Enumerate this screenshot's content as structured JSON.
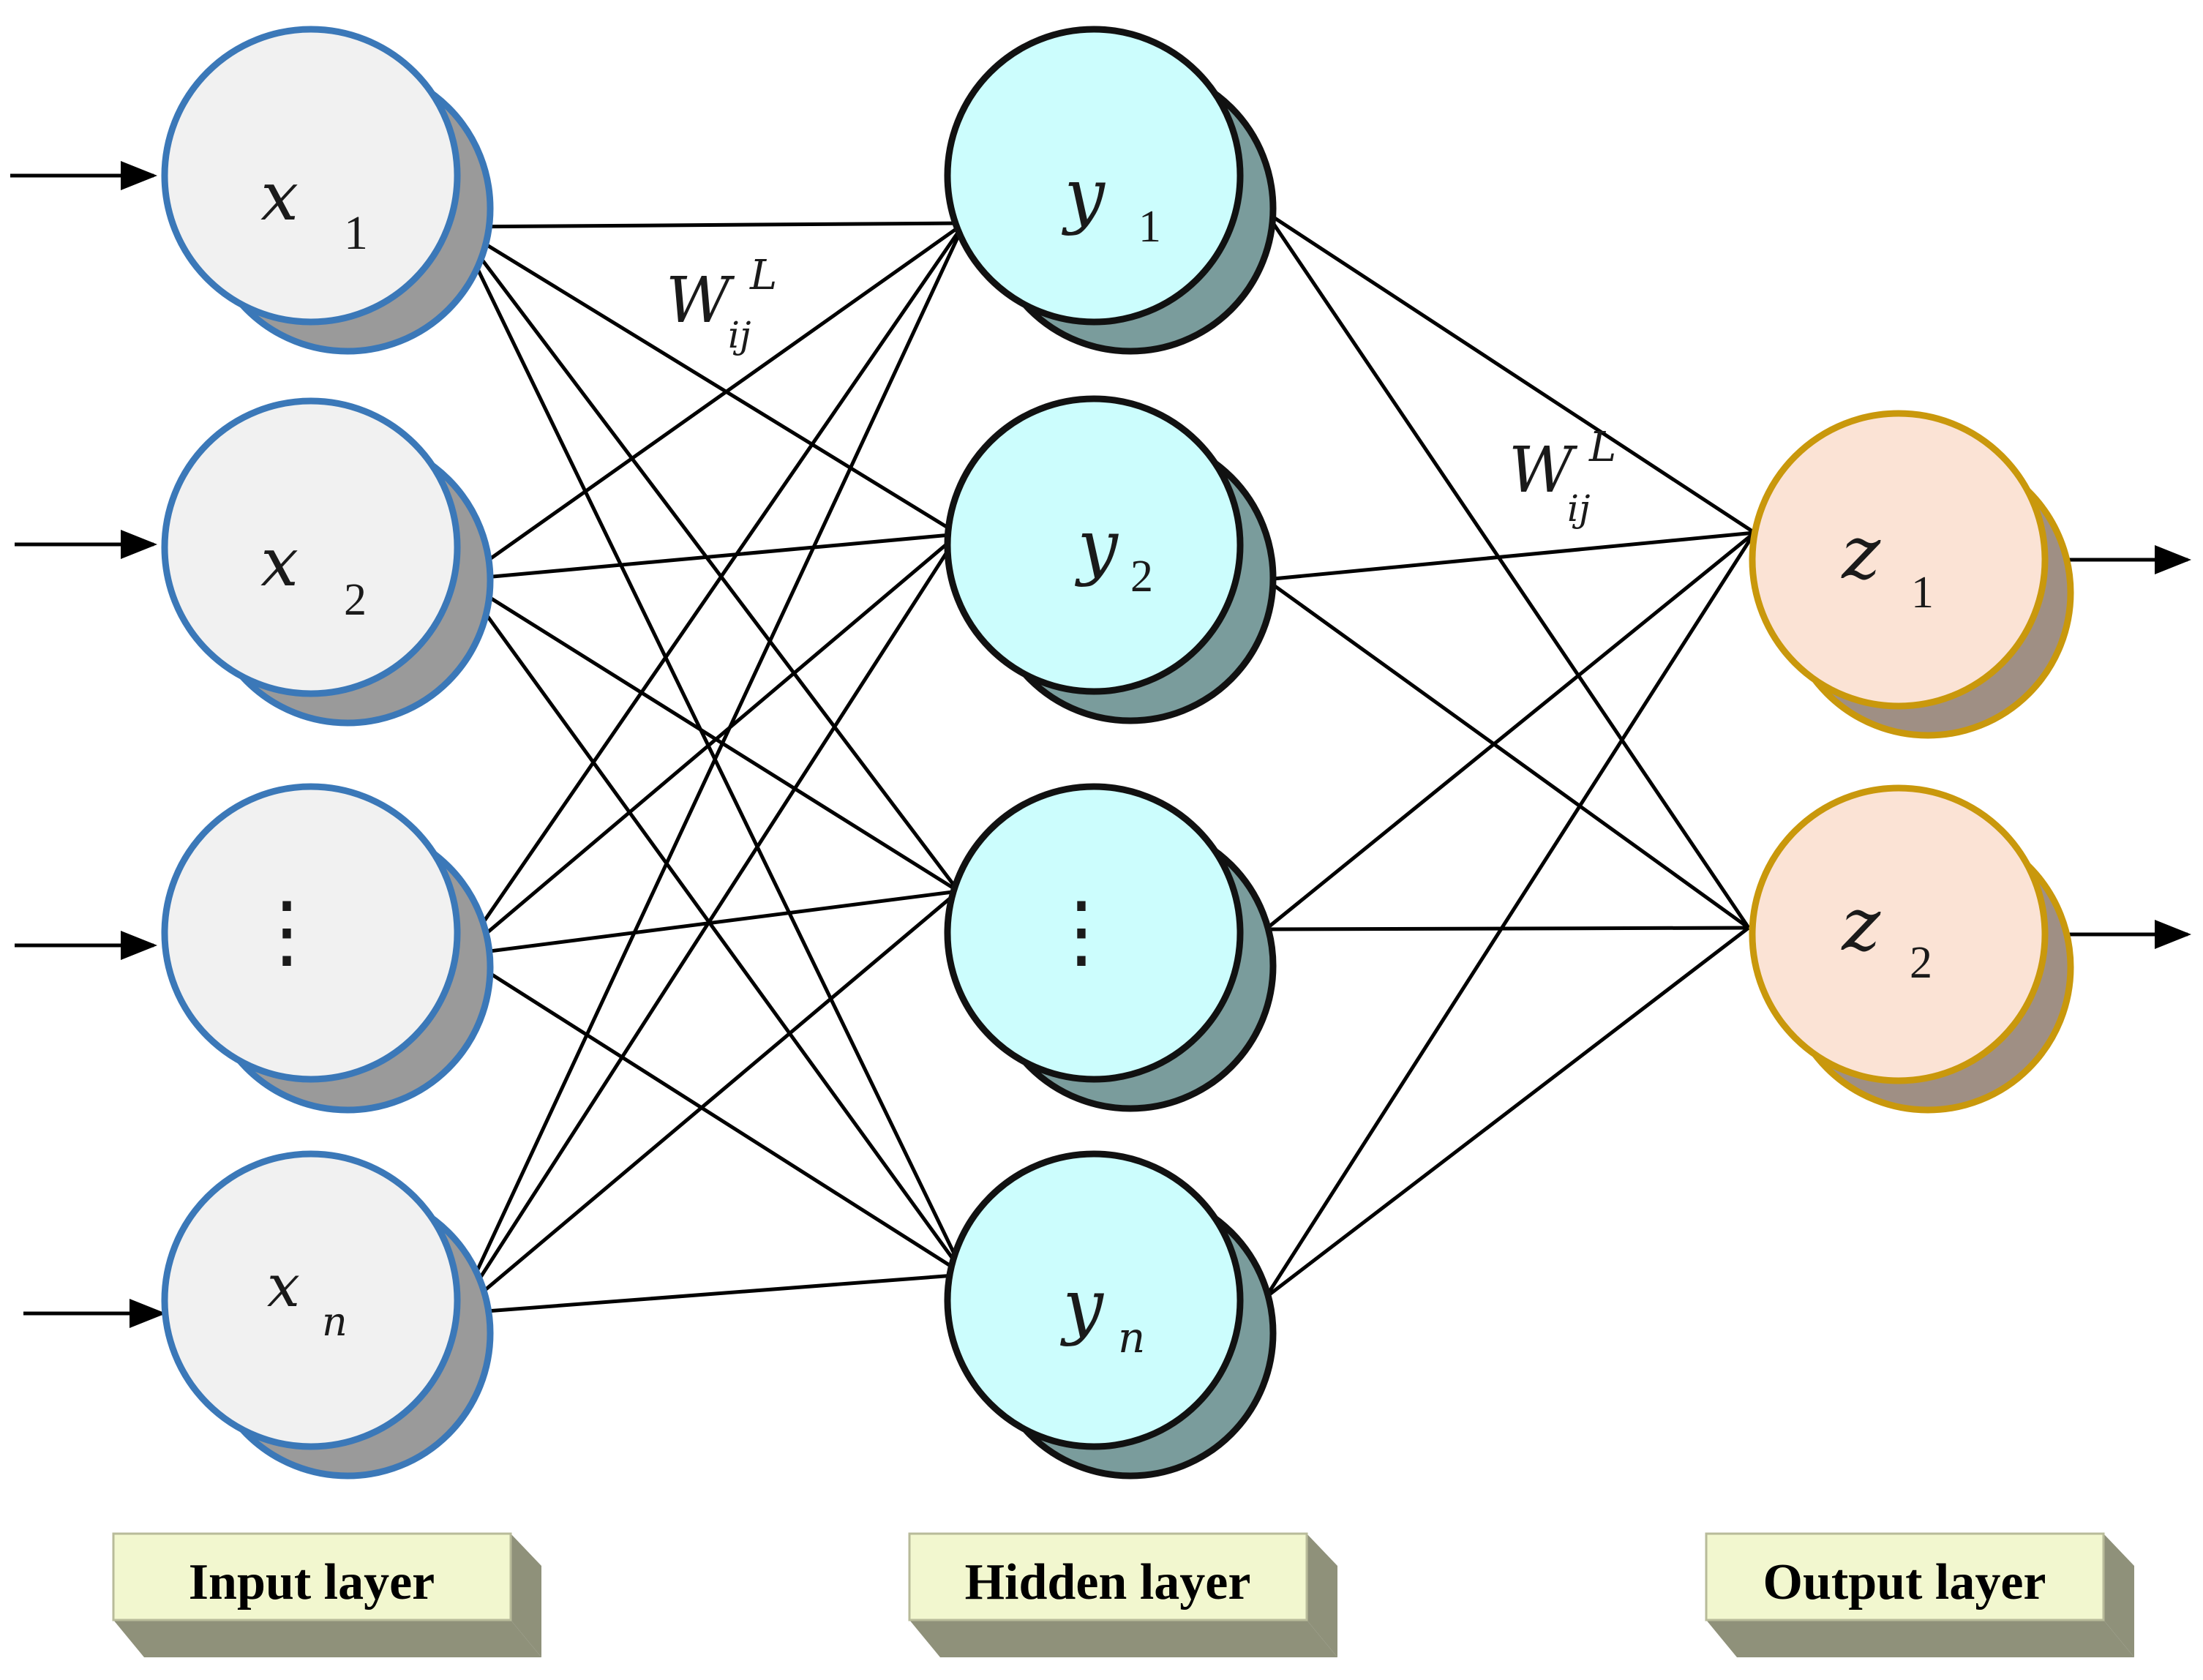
{
  "layers": {
    "input": {
      "label": "Input layer",
      "nodes": [
        {
          "base": "x",
          "sub": "1"
        },
        {
          "base": "x",
          "sub": "2"
        },
        {
          "base": "⋮",
          "sub": ""
        },
        {
          "base": "x",
          "sub": "n"
        }
      ]
    },
    "hidden": {
      "label": "Hidden layer",
      "nodes": [
        {
          "base": "y",
          "sub": "1"
        },
        {
          "base": "y",
          "sub": "2"
        },
        {
          "base": "⋮",
          "sub": ""
        },
        {
          "base": "y",
          "sub": "n"
        }
      ]
    },
    "output": {
      "label": "Output layer",
      "nodes": [
        {
          "base": "z",
          "sub": "1"
        },
        {
          "base": "z",
          "sub": "2"
        }
      ]
    }
  },
  "weights": [
    {
      "base": "W",
      "sub": "ij",
      "sup": "L"
    },
    {
      "base": "W",
      "sub": "ij",
      "sup": "L"
    }
  ],
  "colors": {
    "input_fill": "#f1f1f1",
    "input_stroke": "#3b78b8",
    "input_shadow": "#9a9a9a",
    "hidden_fill": "#ccfdfd",
    "hidden_stroke": "#111111",
    "hidden_shadow": "#7a9c9c",
    "output_fill": "#fbe3d5",
    "output_stroke": "#c9980c",
    "output_shadow": "#9f8f84",
    "label_face": "#f2f7cf",
    "label_side": "#8f917a",
    "line": "#000000"
  }
}
